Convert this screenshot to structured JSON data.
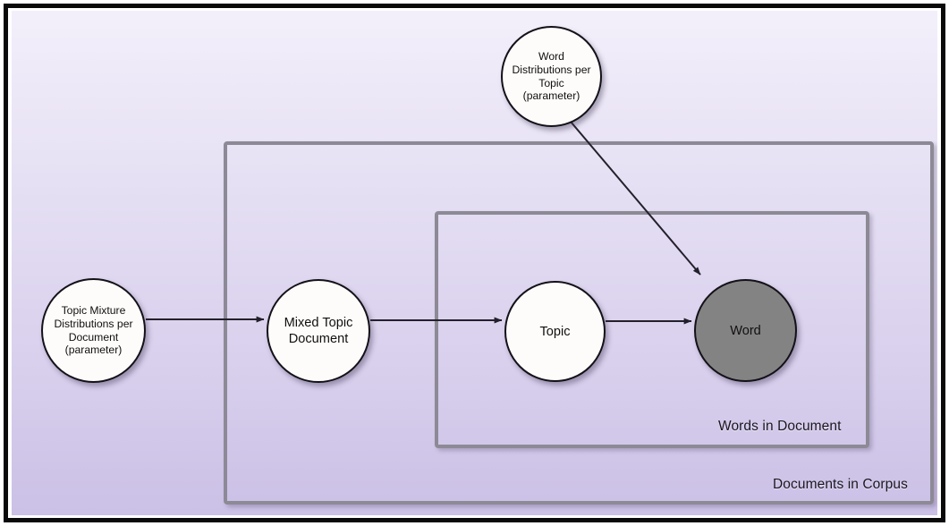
{
  "figure": {
    "type": "plate-notation-graphical-model",
    "title_visible": false,
    "background": {
      "gradient_top": "#f3effa",
      "gradient_bottom": "#cbc0e6",
      "frame_color": "#0a0a0a"
    }
  },
  "nodes": [
    {
      "id": "word-distributions-per-topic",
      "label": "Word\nDistributions per\nTopic\n(parameter)",
      "kind": "latent-parameter",
      "fill": "#fdfcfa",
      "shaded": false
    },
    {
      "id": "topic-mixture-distributions-per-document",
      "label": "Topic Mixture\nDistributions per\nDocument\n(parameter)",
      "kind": "latent-parameter",
      "fill": "#fdfcfa",
      "shaded": false
    },
    {
      "id": "mixed-topic-document",
      "label": "Mixed Topic\nDocument",
      "kind": "latent",
      "fill": "#fdfcfa",
      "shaded": false
    },
    {
      "id": "topic",
      "label": "Topic",
      "kind": "latent",
      "fill": "#fdfcfa",
      "shaded": false
    },
    {
      "id": "word",
      "label": "Word",
      "kind": "observed",
      "fill": "#838383",
      "shaded": true
    }
  ],
  "plates": [
    {
      "id": "documents-in-corpus",
      "label": "Documents in Corpus",
      "border_color": "#8d8a96"
    },
    {
      "id": "words-in-document",
      "label": "Words in Document",
      "border_color": "#8d8a96"
    }
  ],
  "edges": [
    {
      "id": "edge-topic-mixture-to-mixed-topic-document",
      "from": "topic-mixture-distributions-per-document",
      "to": "mixed-topic-document"
    },
    {
      "id": "edge-mixed-topic-document-to-topic",
      "from": "mixed-topic-document",
      "to": "topic"
    },
    {
      "id": "edge-topic-to-word",
      "from": "topic",
      "to": "word"
    },
    {
      "id": "edge-word-distributions-to-word",
      "from": "word-distributions-per-topic",
      "to": "word"
    }
  ],
  "edge_color": "#23202b"
}
